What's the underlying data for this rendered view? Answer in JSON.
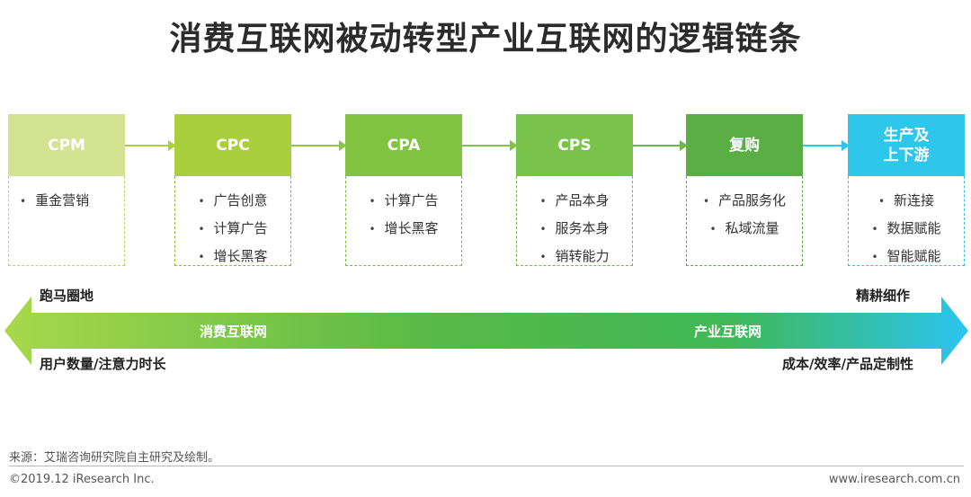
{
  "title": "消费互联网被动转型产业互联网的逻辑链条",
  "stages": [
    {
      "label": "CPM",
      "items": [
        "重金营销"
      ]
    },
    {
      "label": "CPC",
      "items": [
        "广告创意",
        "计算广告",
        "增长黑客"
      ]
    },
    {
      "label": "CPA",
      "items": [
        "计算广告",
        "增长黑客"
      ]
    },
    {
      "label": "CPS",
      "items": [
        "产品本身",
        "服务本身",
        "销转能力"
      ]
    },
    {
      "label": "复购",
      "items": [
        "产品服务化",
        "私域流量"
      ]
    },
    {
      "label": "生产及\n上下游",
      "items": [
        "新连接",
        "数据赋能",
        "智能赋能"
      ]
    }
  ],
  "colors": {
    "stage1": "#d3e392",
    "stage2": "#a9cf3c",
    "stage3": "#82c341",
    "stage4": "#79c34b",
    "stage5": "#5aae44",
    "stage6": "#2ec6ea",
    "arrow_left": "#a8d84a",
    "arrow_mid": "#57b947",
    "arrow_right": "#2bc4ef"
  },
  "bullet": "•",
  "axis": {
    "top_left": "跑马圈地",
    "top_right": "精耕细作",
    "in_left": "消费互联网",
    "in_right": "产业互联网",
    "bottom_left": "用户数量/注意力时长",
    "bottom_right": "成本/效率/产品定制性"
  },
  "source": "来源：艾瑞咨询研究院自主研究及绘制。",
  "copyright": "©2019.12 iResearch Inc.",
  "website": "www.iresearch.com.cn"
}
